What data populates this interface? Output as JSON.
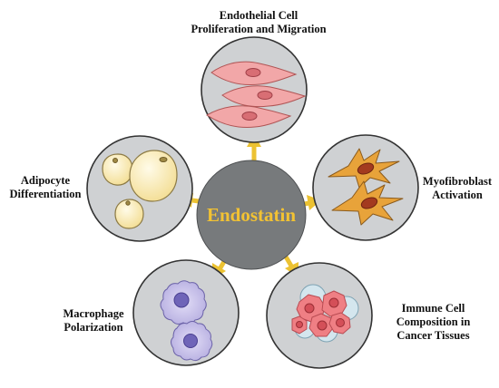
{
  "center": {
    "label": "Endostatin"
  },
  "nodes": [
    {
      "id": "endothelial",
      "label_lines": [
        "Endothelial Cell",
        "Proliferation and Migration"
      ],
      "icon": "endothelial-cells-icon"
    },
    {
      "id": "myofibroblast",
      "label_lines": [
        "Myofibroblast",
        "Activation"
      ],
      "icon": "myofibroblast-cells-icon"
    },
    {
      "id": "immune",
      "label_lines": [
        "Immune Cell",
        "Composition in",
        "Cancer Tissues"
      ],
      "icon": "immune-cells-icon"
    },
    {
      "id": "macrophage",
      "label_lines": [
        "Macrophage",
        "Polarization"
      ],
      "icon": "macrophage-cells-icon"
    },
    {
      "id": "adipocyte",
      "label_lines": [
        "Adipocyte",
        "Differentiation"
      ],
      "icon": "adipocyte-cells-icon"
    }
  ],
  "colors": {
    "center_fill": "#777a7c",
    "center_text": "#f2c233",
    "arrow": "#ecc232",
    "circle_fill": "#cfd1d3",
    "circle_stroke": "#333333",
    "endothelial_cell": "#f2a7a8",
    "myofibroblast_cell": "#e8a33a",
    "adipocyte_cell": "#fbefbf",
    "macrophage_cell": "#c6c0ea",
    "immune_cell_red": "#ef7f84",
    "immune_cell_blue": "#d4e6ee"
  }
}
